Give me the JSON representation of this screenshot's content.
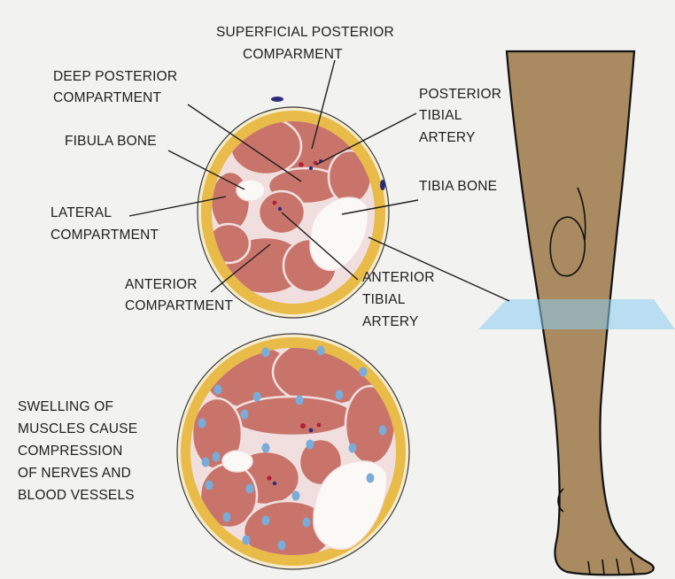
{
  "labels": {
    "superficial_posterior": [
      "SUPERFICIAL POSTERIOR",
      "COMPARMENT"
    ],
    "deep_posterior": [
      "DEEP POSTERIOR",
      "COMPARTMENT"
    ],
    "posterior_tibial_artery": [
      "POSTERIOR",
      "TIBIAL",
      "ARTERY"
    ],
    "fibula_bone": [
      "FIBULA BONE"
    ],
    "tibia_bone": [
      "TIBIA BONE"
    ],
    "lateral_compartment": [
      "LATERAL",
      "COMPARTMENT"
    ],
    "anterior_compartment": [
      "ANTERIOR",
      "COMPARTMENT"
    ],
    "anterior_tibial_artery": [
      "ANTERIOR",
      "TIBIAL",
      "ARTERY"
    ],
    "swelling_caption": [
      "SWELLING OF",
      "MUSCLES CAUSE",
      "COMPRESSION",
      "OF NERVES AND",
      "BLOOD VESSELS"
    ]
  },
  "colors": {
    "background": "#f2f2f1",
    "fat_layer": "#e9bb48",
    "skin": "#f4eccd",
    "muscle": "#c8746a",
    "fascia": "#f1dfe0",
    "bone": "#fbf9f6",
    "fluid_dots": "#79acd9",
    "artery": "#b31e36",
    "vein": "#2b2d7c",
    "leg": "#a98a61",
    "cut_plane": "#8ccdf0"
  }
}
